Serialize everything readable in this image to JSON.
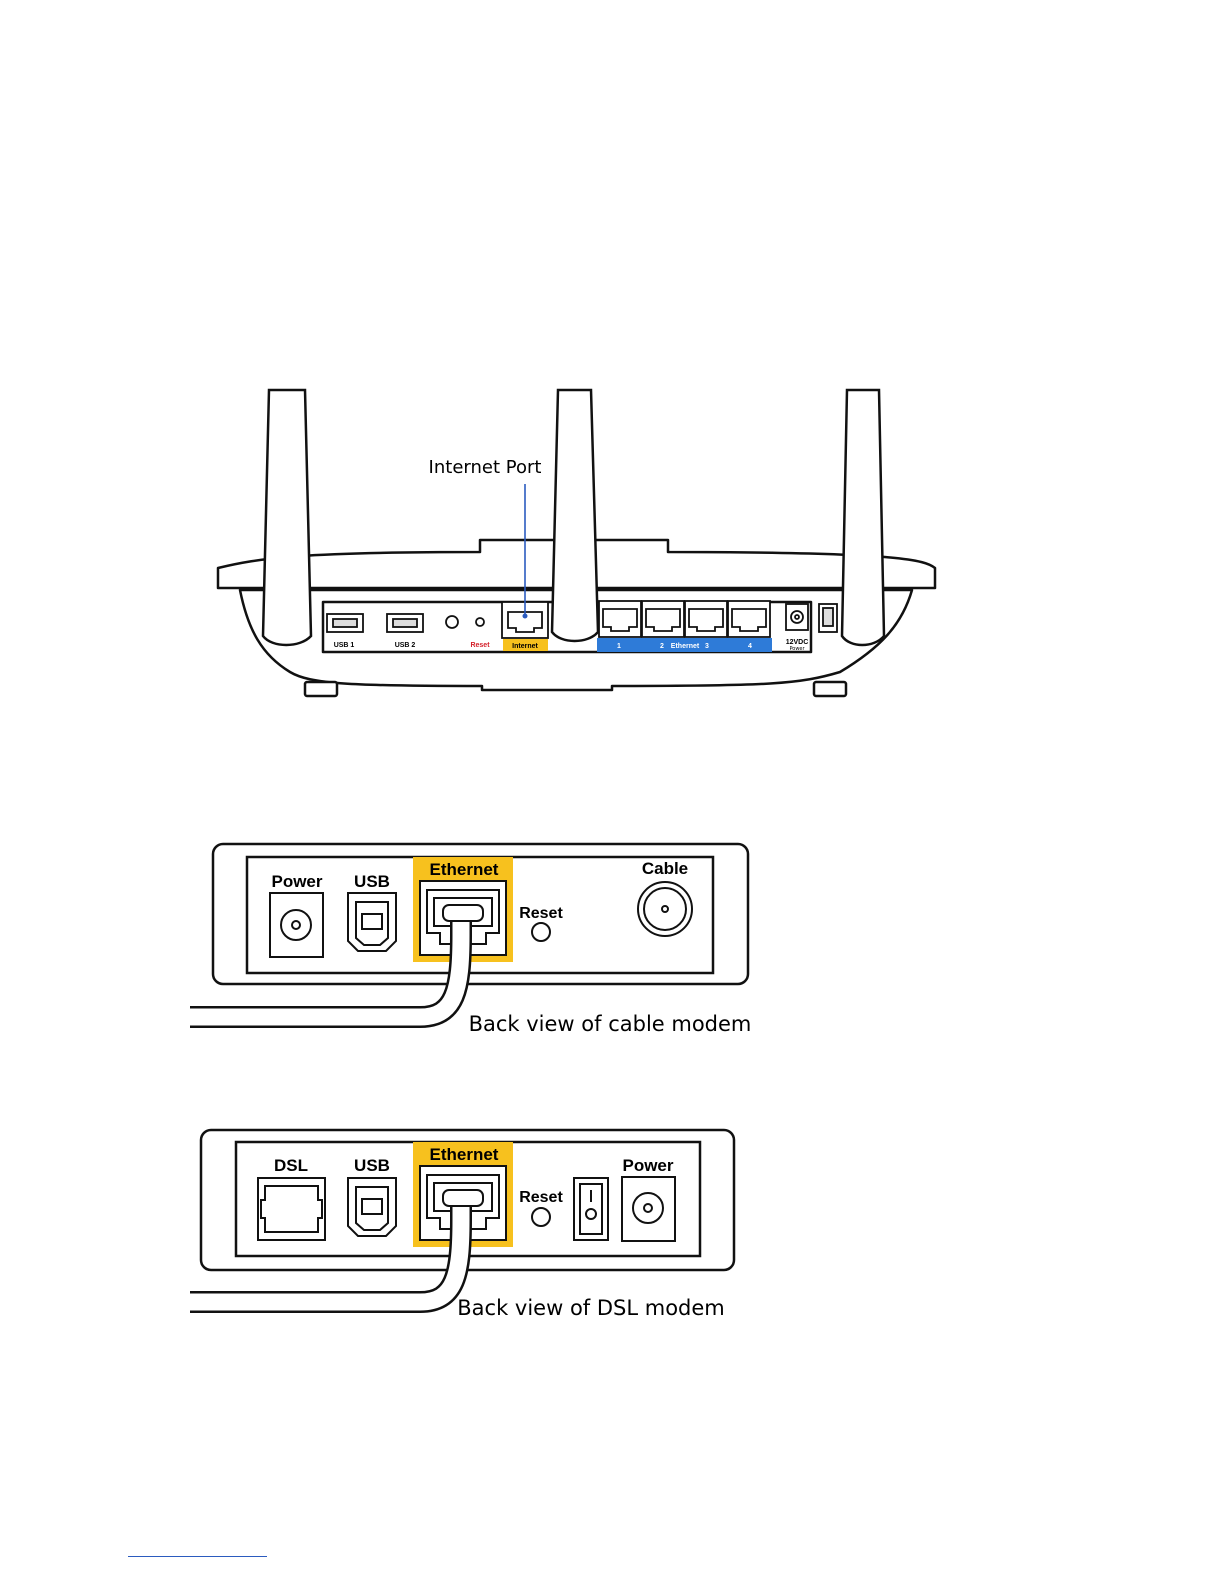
{
  "router": {
    "callout": "Internet Port",
    "labels": {
      "usb1": "USB 1",
      "usb2": "USB 2",
      "reset": "Reset",
      "internet": "Internet",
      "eth1": "1",
      "eth2": "2",
      "ethernet": "Ethernet",
      "eth3": "3",
      "eth4": "4",
      "power_v": "12VDC",
      "power": "Power"
    }
  },
  "cable_modem": {
    "ports": {
      "power": "Power",
      "usb": "USB",
      "ethernet": "Ethernet",
      "reset": "Reset",
      "cable": "Cable"
    },
    "caption": "Back view of cable modem"
  },
  "dsl_modem": {
    "ports": {
      "dsl": "DSL",
      "usb": "USB",
      "ethernet": "Ethernet",
      "reset": "Reset",
      "power": "Power"
    },
    "caption": "Back view of DSL modem"
  },
  "colors": {
    "internet_highlight": "#f7c11e",
    "ethernet_bar": "#2e7bd8",
    "reset_text": "#d4202a",
    "callout_line": "#2b5bbf"
  }
}
